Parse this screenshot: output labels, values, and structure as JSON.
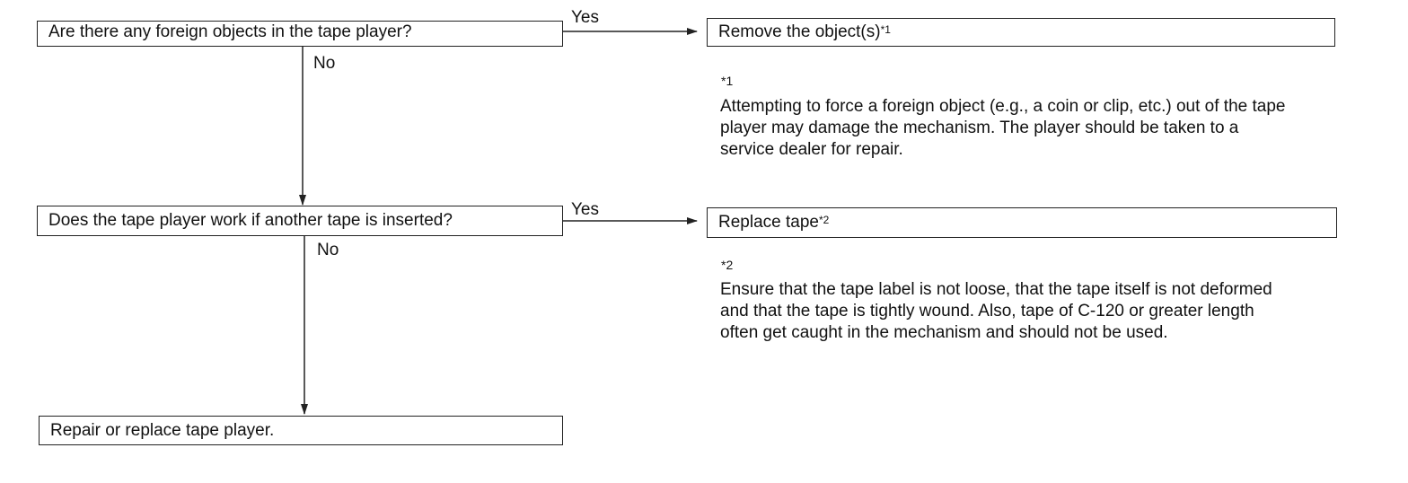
{
  "diagram": {
    "q1": "Are there any foreign objects in the tape player?",
    "q2": "Does the tape player work if another tape is inserted?",
    "action1": {
      "text": "Remove the object(s)",
      "mark": "*1"
    },
    "action2": {
      "text": "Replace tape",
      "mark": "*2"
    },
    "final": "Repair or replace tape player.",
    "yes_label": "Yes",
    "no_label": "No",
    "notes": [
      {
        "mark": "*1",
        "text": "Attempting to force a foreign object (e.g., a coin or clip, etc.) out of the tape player may damage the mechanism. The player should be taken to a service dealer for repair."
      },
      {
        "mark": "*2",
        "text": "Ensure that the tape label is not loose, that the tape itself is not deformed and that the tape is tightly wound. Also, tape of C-120 or greater length often get caught in the mechanism and should not be used."
      }
    ]
  },
  "colors": {
    "line": "#222222",
    "text": "#111111",
    "background": "#ffffff"
  }
}
